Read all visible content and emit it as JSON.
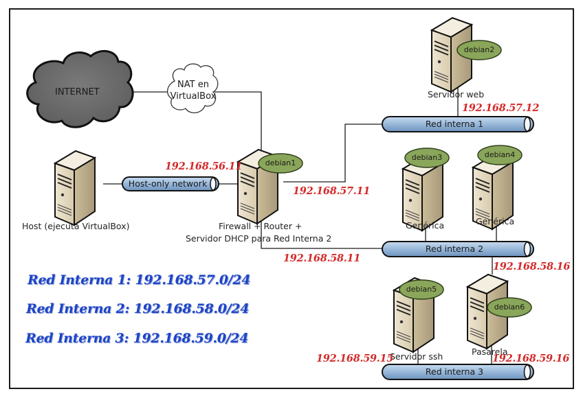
{
  "diagram": {
    "clouds": {
      "internet": "INTERNET",
      "nat_line1": "NAT en",
      "nat_line2": "VirtualBox"
    },
    "networks": {
      "host_only": "Host-only network",
      "red1": "Red interna 1",
      "red2": "Red interna 2",
      "red3": "Red interna 3"
    },
    "hosts": {
      "host": {
        "label": "Host (ejecuta VirtualBox)"
      },
      "debian1": {
        "badge": "debian1",
        "label_line1": "Firewall + Router +",
        "label_line2": "Servidor DHCP para Red Interna 2"
      },
      "debian2": {
        "badge": "debian2",
        "label": "Servidor web"
      },
      "debian3": {
        "badge": "debian3",
        "label": "Genérica"
      },
      "debian4": {
        "badge": "debian4",
        "label": "Genérica"
      },
      "debian5": {
        "badge": "debian5",
        "label": "Servidor ssh"
      },
      "debian6": {
        "badge": "debian6",
        "label": "Pasarela"
      }
    },
    "ips": {
      "d1_hostonly": "192.168.56.11",
      "d1_red1": "192.168.57.11",
      "d1_red2": "192.168.58.11",
      "d2_red1": "192.168.57.12",
      "d6_red2": "192.168.58.16",
      "d5_red3": "192.168.59.15",
      "d6_red3": "192.168.59.16"
    },
    "legend": [
      "Red Interna 1: 192.168.57.0/24",
      "Red Interna 2: 192.168.58.0/24",
      "Red Interna 3: 192.168.59.0/24"
    ],
    "colors": {
      "ip_red": "#d42a2a",
      "legend_blue": "#1c44c8",
      "badge_green": "#8aa65a",
      "pipe_blue": "#8eb0d4"
    }
  }
}
